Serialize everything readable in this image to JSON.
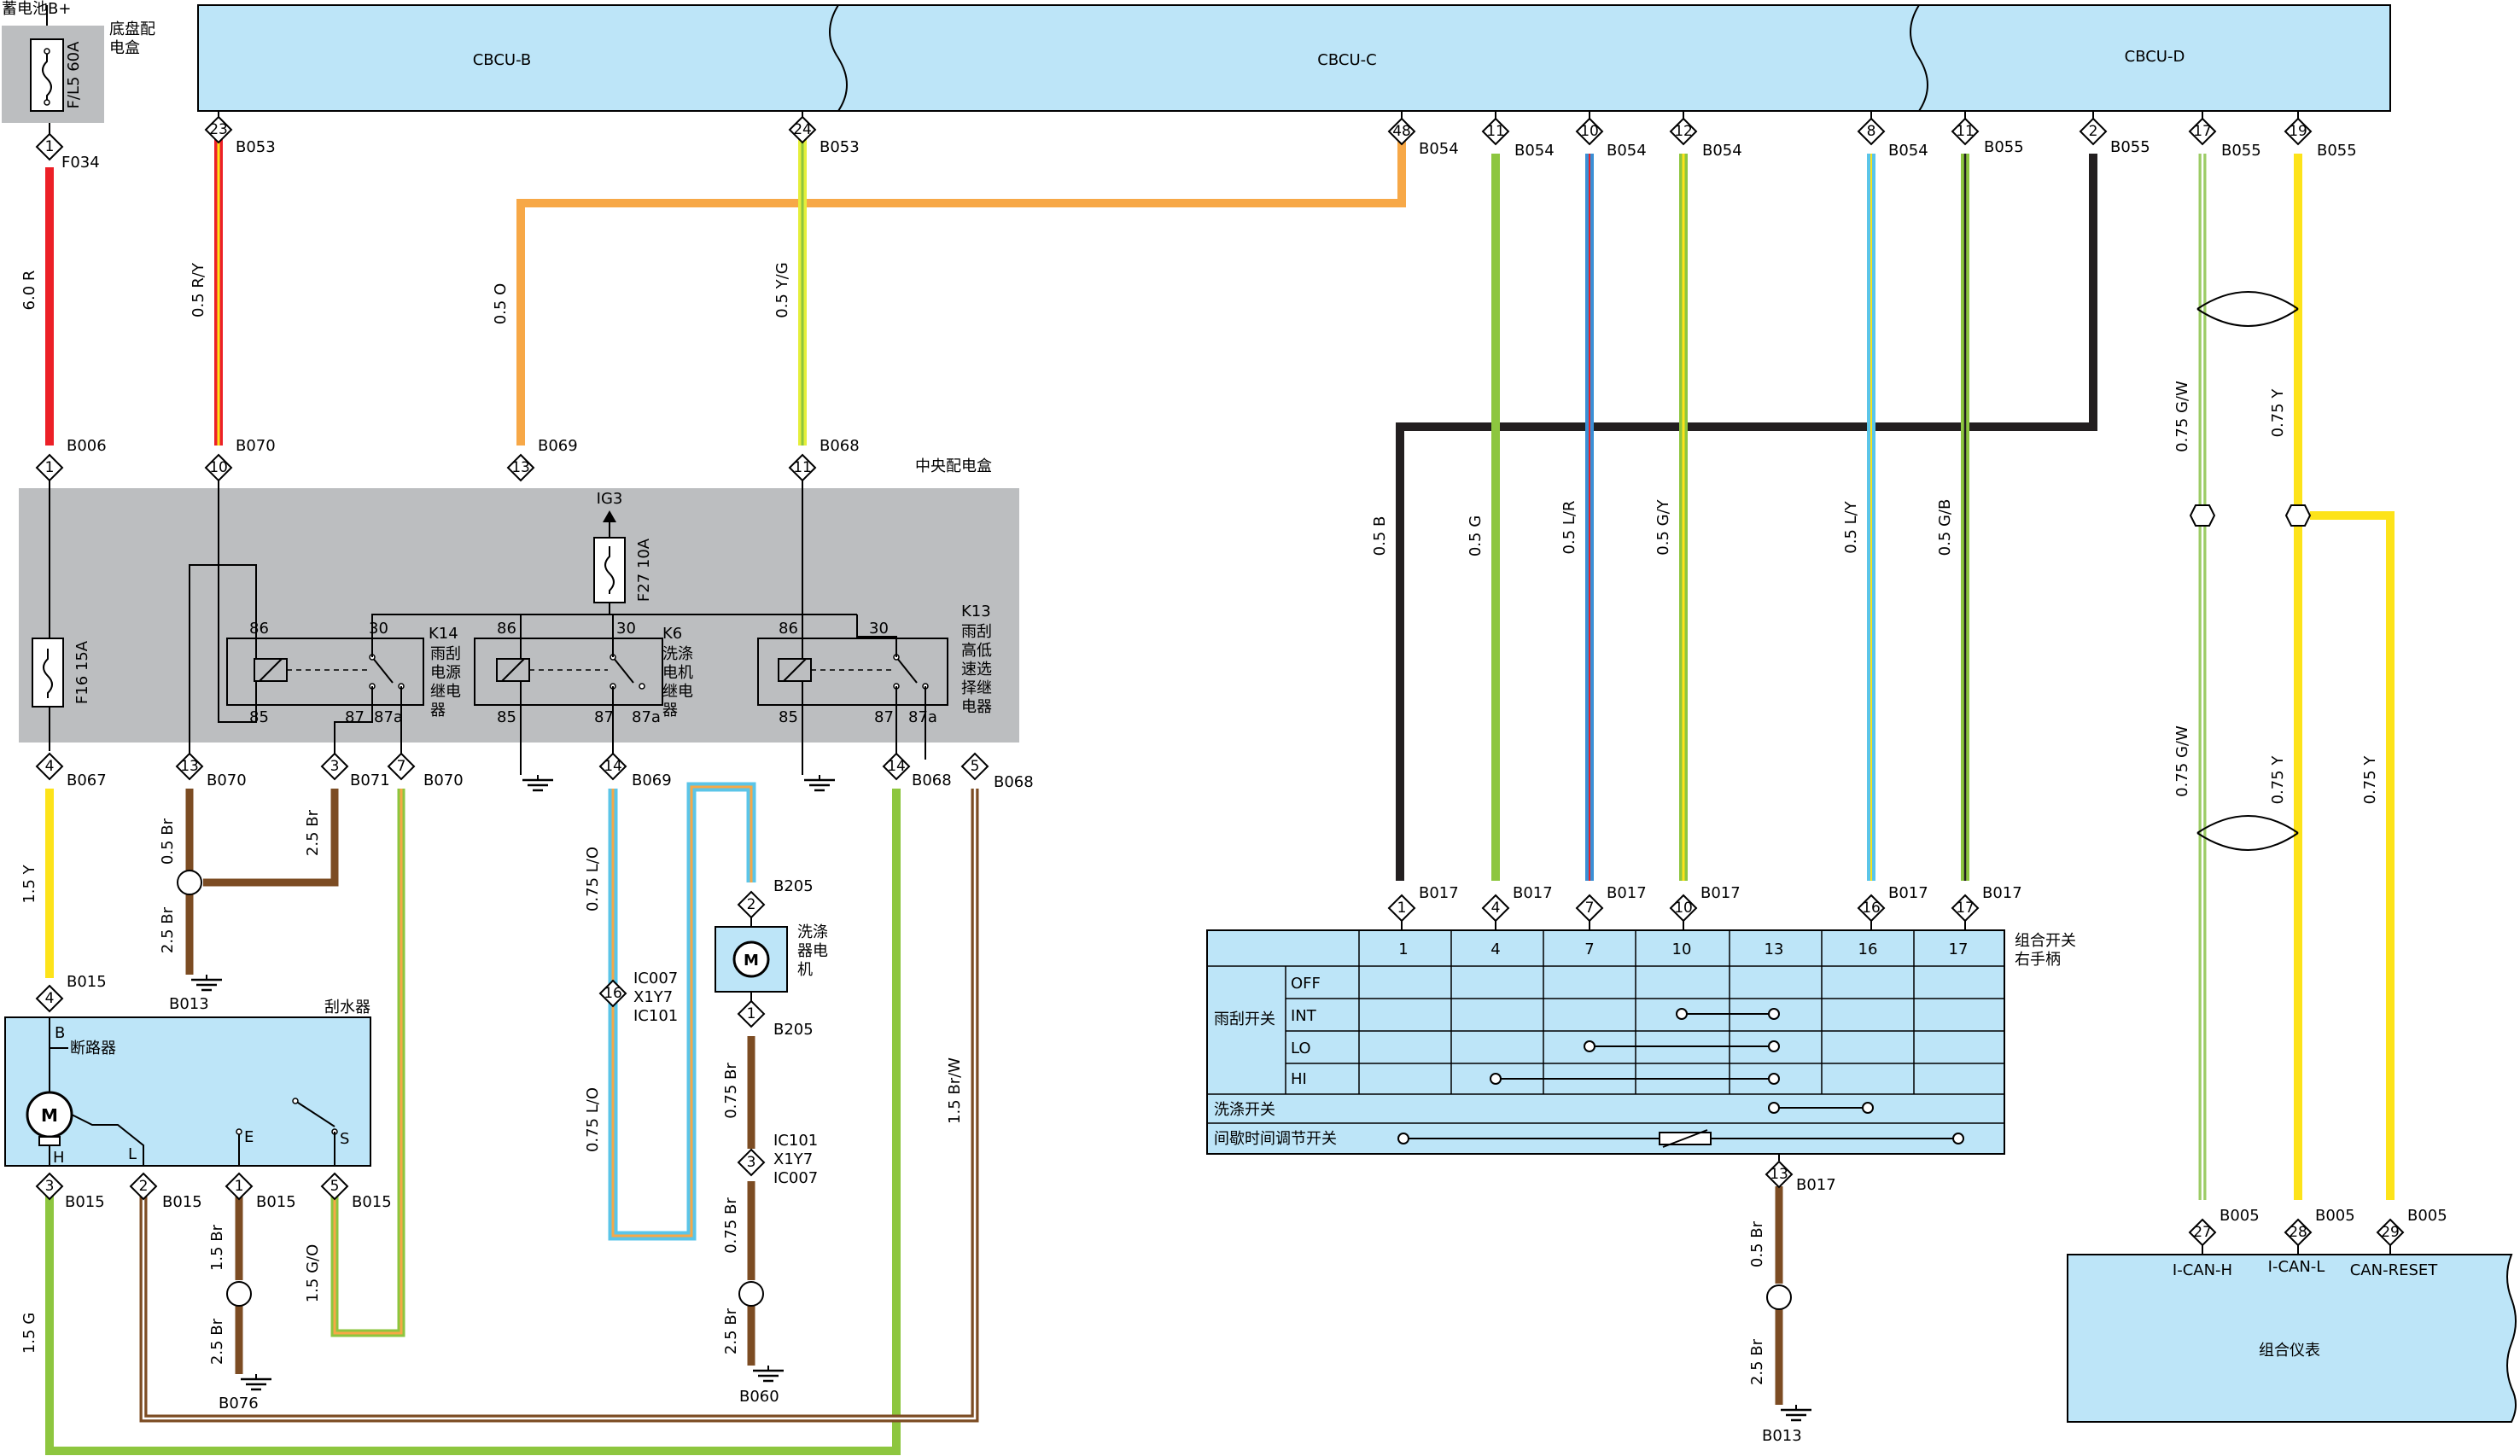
{
  "colors": {
    "panel": "#bde5f8",
    "box_gray": "#bcbec0",
    "red": "#ec2027",
    "red_yellow_stripe": "#fde31a",
    "orange": "#f7a847",
    "yellow_green": "#e5ef3b",
    "green": "#8dc63f",
    "blue": "#3a8fd5",
    "light_blue": "#5bc5e8",
    "black": "#231f20",
    "brown": "#7c4c23",
    "yellow": "#fde31a",
    "light_green": "#9ccc65"
  },
  "modules": {
    "cbcu_b": "CBCU-B",
    "cbcu_c": "CBCU-C",
    "cbcu_d": "CBCU-D"
  },
  "labels": {
    "battery": "蓄电池B+",
    "chassis_box_1": "底盘配",
    "chassis_box_2": "电盒",
    "fuse_main": "F/L5 60A",
    "central_box": "中央配电盒",
    "ig3": "IG3",
    "fuse_f27": "F27 10A",
    "fuse_f16": "F16 15A",
    "k14": "K14",
    "k14_desc": [
      "雨刮",
      "电源",
      "继电",
      "器"
    ],
    "k6": "K6",
    "k6_desc": [
      "洗涤",
      "电机",
      "继电",
      "器"
    ],
    "k13": "K13",
    "k13_desc": [
      "雨刮",
      "高低",
      "速选",
      "择继",
      "电器"
    ],
    "wiper": "刮水器",
    "breaker": "断路器",
    "motor": "M",
    "washer_motor": [
      "洗涤",
      "器电",
      "机"
    ],
    "combo_switch_1": "组合开关",
    "combo_switch_2": "右手柄",
    "cluster": "组合仪表",
    "i_can_h": "I-CAN-H",
    "i_can_l": "I-CAN-L",
    "can_reset": "CAN-RESET",
    "ic007_top": "IC007",
    "x1y7_top": "X1Y7",
    "ic101_top": "IC101",
    "ic101_bot": "IC101",
    "x1y7_bot": "X1Y7",
    "ic007_bot": "IC007"
  },
  "pins": {
    "p1_top": "1",
    "p1_b006": "1",
    "p4_b067": "4",
    "p4_b015": "4",
    "p3_b015": "3",
    "p2_b015": "2",
    "p1_b015": "1",
    "p5_b015": "5",
    "p23": "23",
    "p10_b070": "10",
    "p13_b070": "13",
    "p3_b071": "3",
    "p7_b070": "7",
    "p24": "24",
    "p13_b069": "13",
    "p14_b069": "14",
    "p11_b068": "11",
    "p14_b068": "14",
    "p5_b068": "5",
    "p16_x1y7": "16",
    "p2_b205": "2",
    "p1_b205": "1",
    "p3_x1y7": "3",
    "p48": "48",
    "p11_b054": "11",
    "p10_b054": "10",
    "p12_b054": "12",
    "p8_b054": "8",
    "p11_b055": "11",
    "p2_b055": "2",
    "p17_b055": "17",
    "p19_b055": "19",
    "p1_b017": "1",
    "p4_b017": "4",
    "p7_b017": "7",
    "p10_b017": "10",
    "p16_b017": "16",
    "p17_b017": "17",
    "p13_b017": "13",
    "p27": "27",
    "p28": "28",
    "p29": "29"
  },
  "relay_pins": {
    "p86": "86",
    "p85": "85",
    "p30": "30",
    "p87": "87",
    "p87a": "87a",
    "b": "B",
    "h": "H",
    "l": "L",
    "e": "E",
    "s": "S"
  },
  "connectors": {
    "f034": "F034",
    "b006": "B006",
    "b067": "B067",
    "b015": "B015",
    "b053": "B053",
    "b070": "B070",
    "b071": "B071",
    "b069": "B069",
    "b068": "B068",
    "b013": "B013",
    "b076": "B076",
    "b205": "B205",
    "b060": "B060",
    "b054": "B054",
    "b055": "B055",
    "b017": "B017",
    "b005": "B005"
  },
  "wires": {
    "w_60r": "6.0 R",
    "w_15y": "1.5 Y",
    "w_15g": "1.5 G",
    "w_05ry": "0.5 R/Y",
    "w_05br": "0.5 Br",
    "w_25br": "2.5 Br",
    "w_15br": "1.5 Br",
    "w_15go": "1.5 G/O",
    "w_05o": "0.5 O",
    "w_075lo": "0.75 L/O",
    "w_075br": "0.75 Br",
    "w_05yg": "0.5 Y/G",
    "w_15brw": "1.5 Br/W",
    "w_05b": "0.5 B",
    "w_05g": "0.5 G",
    "w_05lr": "0.5 L/R",
    "w_05gy": "0.5 G/Y",
    "w_05ly": "0.5 L/Y",
    "w_05gb": "0.5 G/B",
    "w_075gw": "0.75 G/W",
    "w_075y": "0.75 Y"
  },
  "switch_table": {
    "columns": [
      "1",
      "4",
      "7",
      "10",
      "13",
      "16",
      "17"
    ],
    "wiper_switch": "雨刮开关",
    "rows": [
      "OFF",
      "INT",
      "LO",
      "HI"
    ],
    "washer_switch": "洗涤开关",
    "interval_switch": "间歇时间调节开关"
  }
}
